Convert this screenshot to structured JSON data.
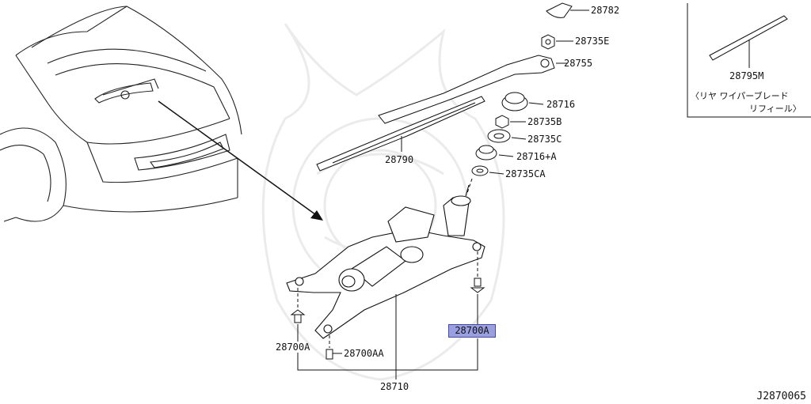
{
  "labels": {
    "p28782": "28782",
    "p28735E": "28735E",
    "p28755": "28755",
    "p28716": "28716",
    "p28735B": "28735B",
    "p28735C": "28735C",
    "p28716A": "28716+A",
    "p28735CA": "28735CA",
    "p28790": "28790",
    "p28795M": "28795M",
    "p28700A_left": "28700A",
    "p28700AA": "28700AA",
    "p28710": "28710",
    "p28700A_highlight": "28700A"
  },
  "refill_note": {
    "line1": "〈リヤ ワイパーブレード",
    "line2": "リフィール〉"
  },
  "diagram_id": "J2870065",
  "colors": {
    "highlight_fill": "#9a9fe0",
    "highlight_border": "#444a9c",
    "line": "#111111"
  }
}
